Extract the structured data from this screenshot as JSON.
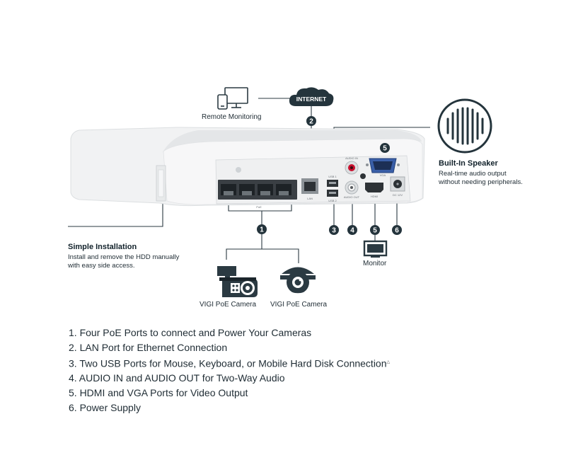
{
  "remote_monitoring": {
    "label": "Remote Monitoring"
  },
  "internet": {
    "label": "INTERNET"
  },
  "speaker": {
    "title": "Built-In Speaker",
    "desc_line1": "Real-time audio output",
    "desc_line2": "without needing peripherals."
  },
  "installation": {
    "title": "Simple Installation",
    "desc_line1": "Install and remove the HDD manually",
    "desc_line2": "with easy side access."
  },
  "cameras": [
    {
      "label": "VIGI PoE Camera"
    },
    {
      "label": "VIGI PoE Camera"
    }
  ],
  "monitor": {
    "label": "Monitor"
  },
  "callouts": [
    "1",
    "2",
    "3",
    "4",
    "5",
    "5",
    "6"
  ],
  "device": {
    "poe_label": "PoE",
    "lan_label": "LAN",
    "usb1_label": "USB 1",
    "usb2_label": "USB 2",
    "audio_in_label": "AUDIO IN",
    "audio_out_label": "AUDIO OUT",
    "hdmi_label": "HDMI",
    "vga_label": "VGA",
    "power_label": "DC 12V"
  },
  "features": [
    "1. Four PoE Ports to connect and Power Your Cameras",
    "2. LAN Port for Ethernet Connection",
    "3. Two USB Ports for Mouse, Keyboard, or Mobile Hard Disk Connection",
    "4. AUDIO IN and AUDIO OUT for Two-Way Audio",
    "5. HDMI and VGA Ports for Video Output",
    "6. Power Supply"
  ],
  "features_note_mark": "△",
  "colors": {
    "callout_fill": "#24343c",
    "line": "#2b3a42",
    "text": "#1e2b33",
    "device_body": "#f1f2f3"
  }
}
